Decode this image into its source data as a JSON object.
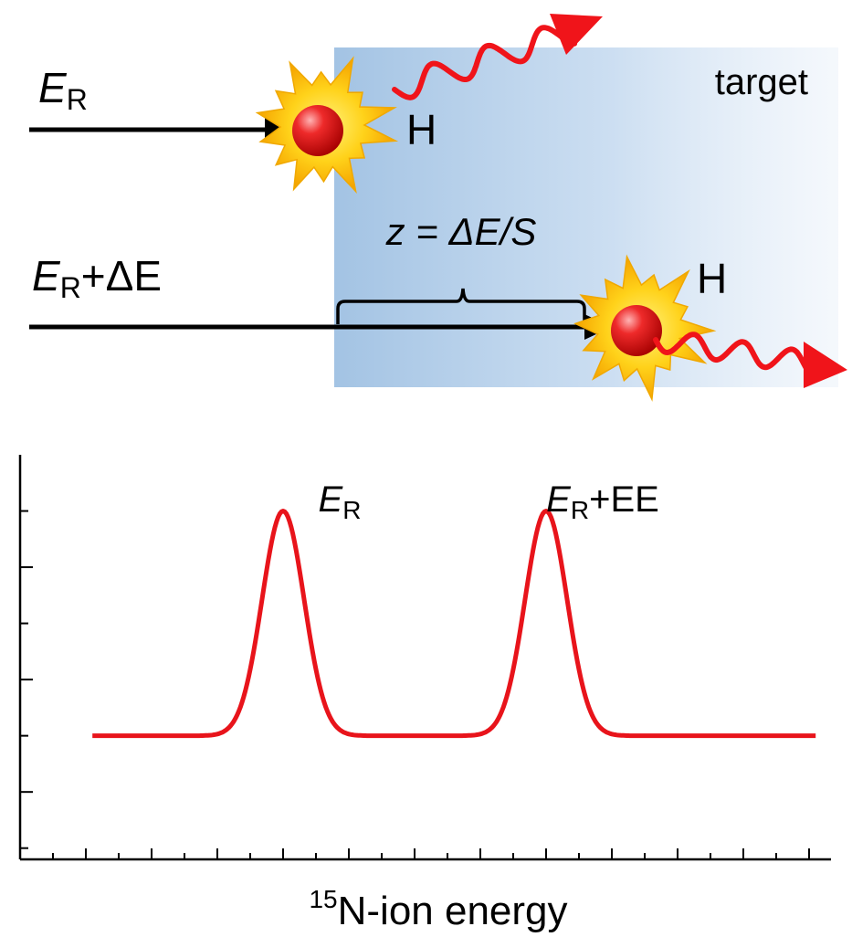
{
  "diagram": {
    "beam_top": {
      "label_main": "E",
      "label_sub": "R"
    },
    "beam_bottom": {
      "label_main": "E",
      "label_sub": "R",
      "label_rest": "+ΔE"
    },
    "target_label": "target",
    "hydrogen_top": "H",
    "hydrogen_bottom": "H",
    "depth_equation": "z = ΔE/S"
  },
  "chart_data": {
    "type": "line",
    "title": "",
    "xlabel_sup": "15",
    "xlabel": "N-ion energy",
    "ylabel": "",
    "peaks": [
      {
        "label_main": "E",
        "label_sub": "R",
        "label_rest": "",
        "center": 0.4,
        "sigma": 0.032
      },
      {
        "label_main": "E",
        "label_sub": "R",
        "label_rest": "+ΕE",
        "center": 0.8,
        "sigma": 0.032
      }
    ],
    "xlim": [
      0,
      1.25
    ],
    "ylim": [
      -0.55,
      1.25
    ],
    "line_start": 0.11,
    "line_end": 1.21,
    "series_color": "#e8141b",
    "grid": false,
    "legend": "none"
  },
  "colors": {
    "target_fill": "#9ec0e2",
    "particle": "#e01b1b",
    "burst": "#ffc400",
    "wave": "#f0141a",
    "beam": "#000000"
  }
}
